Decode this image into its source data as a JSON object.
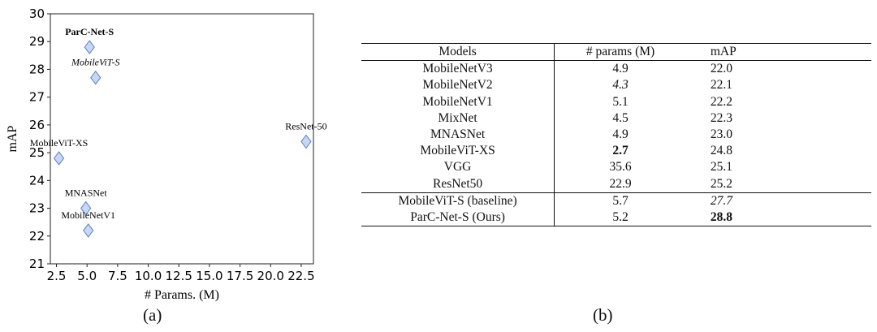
{
  "figure": {
    "panel_a_label": "(a)",
    "panel_b_label": "(b)"
  },
  "chart_data": [
    {
      "type": "scatter",
      "title": "",
      "xlabel": "# Params. (M)",
      "ylabel": "mAP",
      "xlim": [
        2.0,
        23.5
      ],
      "ylim": [
        21,
        30
      ],
      "xticks": [
        2.5,
        5.0,
        7.5,
        10.0,
        12.5,
        15.0,
        17.5,
        20.0,
        22.5
      ],
      "xtick_labels": [
        "2.5",
        "5.0",
        "7.5",
        "10.0",
        "12.5",
        "15.0",
        "17.5",
        "20.0",
        "22.5"
      ],
      "yticks": [
        21,
        22,
        23,
        24,
        25,
        26,
        27,
        28,
        29,
        30
      ],
      "ytick_labels": [
        "21",
        "22",
        "23",
        "24",
        "25",
        "26",
        "27",
        "28",
        "29",
        "30"
      ],
      "marker": "diamond",
      "colors": {
        "marker_fill": "#c9d8f2",
        "marker_edge": "#5b7fc4"
      },
      "points": [
        {
          "label": "ParC-Net-S",
          "x": 5.2,
          "y": 28.8,
          "style": "bold"
        },
        {
          "label": "MobileViT-S",
          "x": 5.7,
          "y": 27.7,
          "style": "italic"
        },
        {
          "label": "ResNet-50",
          "x": 22.9,
          "y": 25.4,
          "style": "normal"
        },
        {
          "label": "MobileViT-XS",
          "x": 2.7,
          "y": 24.8,
          "style": "normal"
        },
        {
          "label": "MNASNet",
          "x": 4.9,
          "y": 23.0,
          "style": "normal"
        },
        {
          "label": "MobileNetV1",
          "x": 5.1,
          "y": 22.2,
          "style": "normal"
        }
      ]
    },
    {
      "type": "table",
      "columns": [
        "Models",
        "# params (M)",
        "mAP"
      ],
      "rows": [
        {
          "model": "MobileNetV3",
          "params": "4.9",
          "map": "22.0",
          "params_style": "",
          "map_style": ""
        },
        {
          "model": "MobileNetV2",
          "params": "4.3",
          "map": "22.1",
          "params_style": "i",
          "map_style": ""
        },
        {
          "model": "MobileNetV1",
          "params": "5.1",
          "map": "22.2",
          "params_style": "",
          "map_style": ""
        },
        {
          "model": "MixNet",
          "params": "4.5",
          "map": "22.3",
          "params_style": "",
          "map_style": ""
        },
        {
          "model": "MNASNet",
          "params": "4.9",
          "map": "23.0",
          "params_style": "",
          "map_style": ""
        },
        {
          "model": "MobileViT-XS",
          "params": "2.7",
          "map": "24.8",
          "params_style": "b",
          "map_style": ""
        },
        {
          "model": "VGG",
          "params": "35.6",
          "map": "25.1",
          "params_style": "",
          "map_style": ""
        },
        {
          "model": "ResNet50",
          "params": "22.9",
          "map": "25.2",
          "params_style": "",
          "map_style": ""
        },
        {
          "model": "MobileViT-S (baseline)",
          "params": "5.7",
          "map": "27.7",
          "params_style": "",
          "map_style": "i",
          "group_start": true
        },
        {
          "model": "ParC-Net-S (Ours)",
          "params": "5.2",
          "map": "28.8",
          "params_style": "",
          "map_style": "b"
        }
      ]
    }
  ]
}
